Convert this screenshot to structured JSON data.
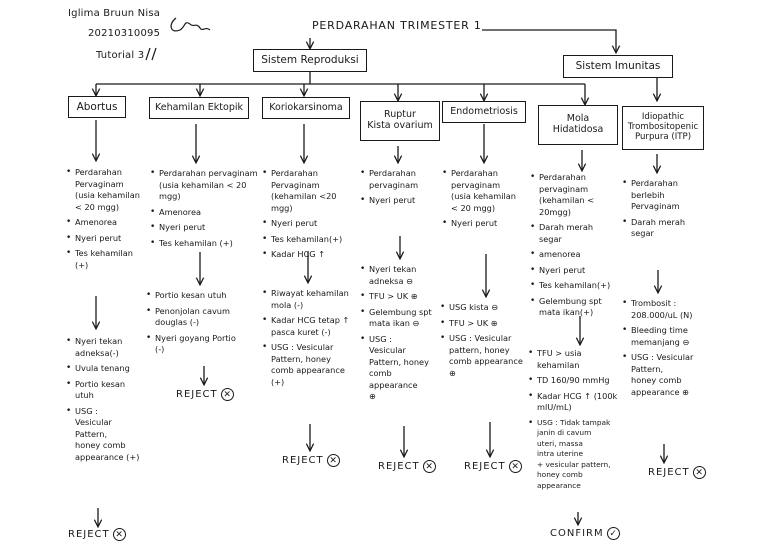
{
  "header": {
    "name": "Iglima Bruun Nisa",
    "nim": "20210310095",
    "tutorial": "Tutorial 3",
    "title": "PERDARAHAN TRIMESTER 1"
  },
  "systems": {
    "reproduksi": "Sistem Reproduksi",
    "imunitas": "Sistem Imunitas"
  },
  "diseases": [
    {
      "name": "Abortus",
      "sym1": [
        "Perdarahan\nPervaginam\n(usia kehamilan\n< 20 mgg)",
        "Amenorea",
        "Nyeri perut",
        "Tes kehamilan\n(+)"
      ],
      "sym2": [
        "Nyeri tekan\nadneksa(-)",
        "Uvula tenang",
        "Portio kesan\nutuh",
        "USG :\nVesicular\nPattern,\nhoney comb\nappearance (+)"
      ],
      "result": "REJECT",
      "mark": "✕"
    },
    {
      "name": "Kehamilan Ektopik",
      "sym1": [
        "Perdarahan pervaginam\n(usia kehamilan < 20 mgg)",
        "Amenorea",
        "Nyeri perut",
        "Tes kehamilan (+)"
      ],
      "sym2": [
        "Portio kesan utuh",
        "Penonjolan cavum\ndouglas (-)",
        "Nyeri goyang Portio\n(-)"
      ],
      "result": "REJECT",
      "mark": "✕"
    },
    {
      "name": "Koriokarsinoma",
      "sym1": [
        "Perdarahan\nPervaginam\n(kehamilan <20 mgg)",
        "Nyeri perut",
        "Tes kehamilan(+)",
        "Kadar HCG ↑"
      ],
      "sym2": [
        "Riwayat kehamilan\nmola (-)",
        "Kadar HCG tetap ↑\npasca kuret (-)",
        "USG : Vesicular\nPattern, honey\ncomb appearance\n(+)"
      ],
      "result": "REJECT",
      "mark": "✕"
    },
    {
      "name": "Ruptur\nKista ovarium",
      "sym1": [
        "Perdarahan\npervaginam",
        "Nyeri perut"
      ],
      "sym2": [
        "Nyeri tekan\nadneksa ⊖",
        "TFU > UK ⊕",
        "Gelembung spt\nmata ikan ⊖",
        "USG :\nVesicular\nPattern, honey\ncomb appearance\n⊕"
      ],
      "result": "REJECT",
      "mark": "✕"
    },
    {
      "name": "Endometriosis",
      "sym1": [
        "Perdarahan\npervaginam\n(usia kehamilan\n< 20 mgg)",
        "Nyeri perut"
      ],
      "sym2": [
        "USG kista ⊖",
        "TFU > UK ⊕",
        "USG : Vesicular\npattern, honey\ncomb appearance\n⊕"
      ],
      "result": "REJECT",
      "mark": "✕"
    },
    {
      "name": "Mola\nHidatidosa",
      "sym1": [
        "Perdarahan\npervaginam\n(kehamilan < 20mgg)",
        "Darah merah\nsegar",
        "amenorea",
        "Nyeri perut",
        "Tes kehamilan(+)",
        "Gelembung spt\nmata ikan(+)"
      ],
      "sym2": [
        "TFU > usia\nkehamilan",
        "TD 160/90 mmHg",
        "Kadar HCG ↑ (100k\nmlU/mL)",
        "USG : Tidak tampak\njanin di cavum\nuteri, massa\nintra uterine\n+ vesicular pattern,\nhoney comb appearance"
      ],
      "result": "CONFIRM",
      "mark": "✓"
    },
    {
      "name": "Idiopathic\nTrombositopenic\nPurpura (ITP)",
      "sym1": [
        "Perdarahan\nberlebih\nPervaginam",
        "Darah merah\nsegar"
      ],
      "sym2": [
        "Trombosit :\n208.000/uL (N)",
        "Bleeding time\nmemanjang ⊖",
        "USG : Vesicular\nPattern,\nhoney comb\nappearance ⊕"
      ],
      "result": "REJECT",
      "mark": "✕"
    }
  ]
}
